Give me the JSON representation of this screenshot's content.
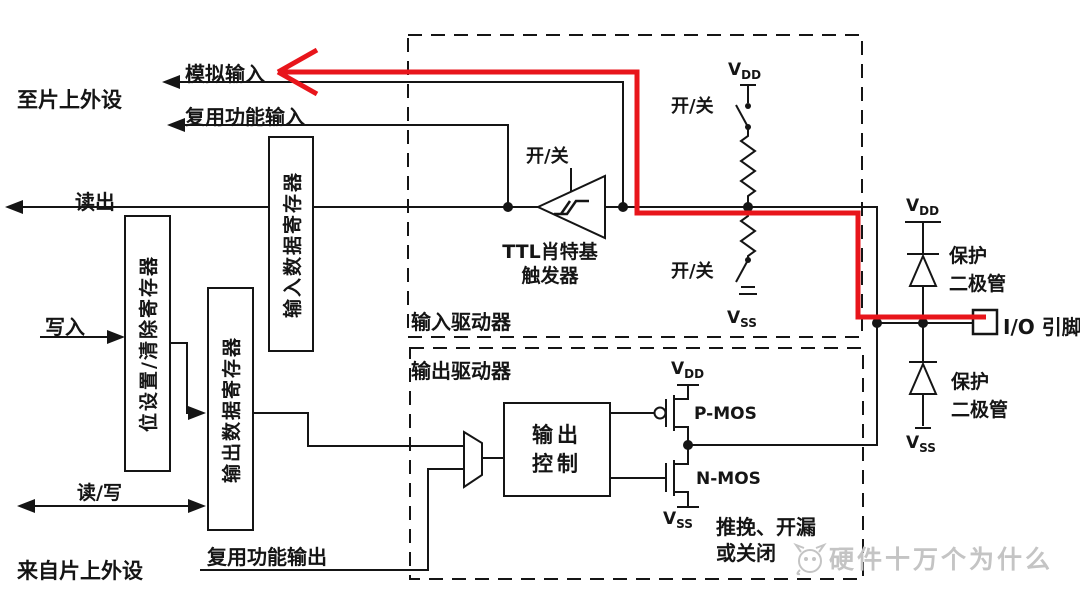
{
  "labels": {
    "to_peripherals": "至片上外设",
    "from_peripherals": "来自片上外设",
    "analog_input": "模拟输入",
    "af_input": "复用功能输入",
    "read_out": "读出",
    "write_in": "写入",
    "read_write": "读/写",
    "af_output": "复用功能输出",
    "input_data_register": "输入数据寄存器",
    "bit_set_clear_register": "位设置/清除寄存器",
    "output_data_register": "输出数据寄存器",
    "on_off": "开/关",
    "schmitt_line1": "TTL肖特基",
    "schmitt_line2": "触发器",
    "input_driver": "输入驱动器",
    "output_driver": "输出驱动器",
    "control_line1": "输出",
    "control_line2": "控制",
    "pmos": "P-MOS",
    "nmos": "N-MOS",
    "mode_line1": "推挽、开漏",
    "mode_line2": "或关闭",
    "protect_line1": "保护",
    "protect_line2": "二极管",
    "io_pin": "I/O 引脚",
    "watermark": "硬件十万个为什么"
  },
  "supplies": {
    "v": "V",
    "dd": "DD",
    "ss": "SS"
  },
  "colors": {
    "line": "#151515",
    "highlight_red": "#e8151b",
    "watermark_gray": "#c4c4c4",
    "background": "#ffffff"
  }
}
